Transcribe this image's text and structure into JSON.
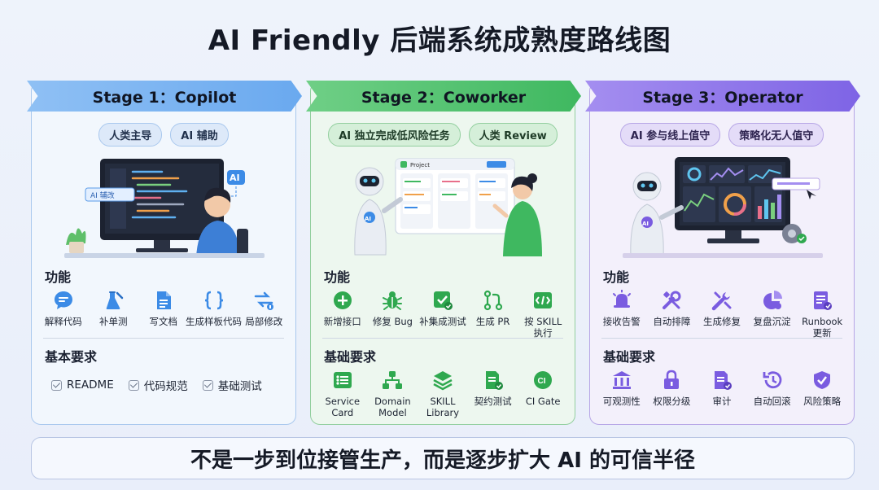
{
  "title": "AI Friendly 后端系统成熟度路线图",
  "stages": [
    {
      "name": "Stage 1：Copilot",
      "pills": [
        "人类主导",
        "AI 辅助"
      ],
      "illus_ai_badge": "AI",
      "illus_label": "AI 辅改",
      "functions_label": "功能",
      "features": [
        {
          "label": "解释代码",
          "icon": "chat-icon"
        },
        {
          "label": "补单测",
          "icon": "flask-icon"
        },
        {
          "label": "写文档",
          "icon": "document-icon"
        },
        {
          "label": "生成样板代码",
          "icon": "braces-icon"
        },
        {
          "label": "局部修改",
          "icon": "edit-swap-icon"
        }
      ],
      "requirements_label": "基本要求",
      "checks": [
        "README",
        "代码规范",
        "基础测试"
      ]
    },
    {
      "name": "Stage 2：Coworker",
      "pills": [
        "AI 独立完成低风险任务",
        "人类 Review"
      ],
      "illus_board_title": "Project",
      "illus_robot_badge": "AI",
      "functions_label": "功能",
      "features": [
        {
          "label": "新增接口",
          "icon": "plus-circle-icon"
        },
        {
          "label": "修复 Bug",
          "icon": "bug-icon"
        },
        {
          "label": "补集成测试",
          "icon": "check-square-icon"
        },
        {
          "label": "生成 PR",
          "icon": "pull-request-icon"
        },
        {
          "label": "按 SKILL\n执行",
          "icon": "terminal-icon"
        }
      ],
      "requirements_label": "基础要求",
      "requirements": [
        {
          "label": "Service\nCard",
          "icon": "card-icon"
        },
        {
          "label": "Domain\nModel",
          "icon": "hierarchy-icon"
        },
        {
          "label": "SKILL\nLibrary",
          "icon": "layers-icon"
        },
        {
          "label": "契约测试",
          "icon": "contract-icon"
        },
        {
          "label": "CI Gate",
          "icon": "ci-icon",
          "badge": "CI"
        }
      ]
    },
    {
      "name": "Stage 3：Operator",
      "pills": [
        "AI 参与线上值守",
        "策略化无人值守"
      ],
      "illus_robot_badge": "AI",
      "functions_label": "功能",
      "features": [
        {
          "label": "接收告警",
          "icon": "alarm-icon"
        },
        {
          "label": "自动排障",
          "icon": "tools-icon"
        },
        {
          "label": "生成修复",
          "icon": "wrench-icon"
        },
        {
          "label": "复盘沉淀",
          "icon": "pie-icon"
        },
        {
          "label": "Runbook\n更新",
          "icon": "runbook-icon"
        }
      ],
      "requirements_label": "基础要求",
      "requirements": [
        {
          "label": "可观测性",
          "icon": "bank-icon"
        },
        {
          "label": "权限分级",
          "icon": "lock-icon"
        },
        {
          "label": "审计",
          "icon": "audit-icon"
        },
        {
          "label": "自动回滚",
          "icon": "rollback-icon"
        },
        {
          "label": "风险策略",
          "icon": "shield-icon"
        }
      ]
    }
  ],
  "footer": "不是一步到位接管生产，而是逐步扩大 AI 的可信半径",
  "colors": {
    "stage1": "#4a8fe0",
    "stage2": "#2fa84f",
    "stage3": "#7a5ce0"
  }
}
